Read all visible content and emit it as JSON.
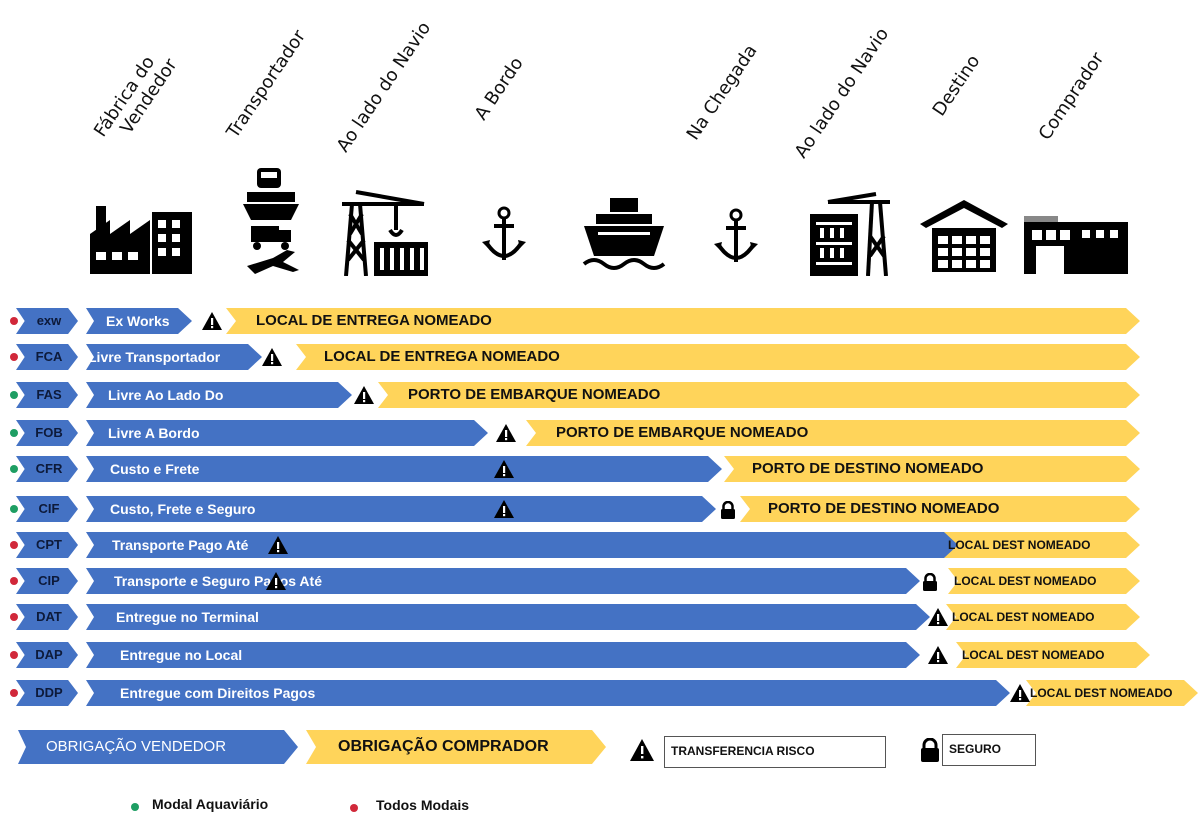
{
  "columns": [
    {
      "label": "Fábrica do\n   Vendedor",
      "icon": "factory-icon"
    },
    {
      "label": "Transportador",
      "icon": "multimodal-transport-icon"
    },
    {
      "label": "Ao lado do Navio",
      "icon": "port-crane-icon"
    },
    {
      "label": "A Bordo",
      "icon": "anchor-icon"
    },
    {
      "label": "",
      "icon": "ship-icon"
    },
    {
      "label": "Na Chegada",
      "icon": "anchor-icon"
    },
    {
      "label": "Ao lado do Navio",
      "icon": "port-crane-icon"
    },
    {
      "label": "Destino",
      "icon": "warehouse-icon"
    },
    {
      "label": "Comprador",
      "icon": "building-icon"
    }
  ],
  "terms": [
    {
      "code": "exw",
      "modal": "red",
      "name": "Ex Works",
      "obligation": "LOCAL DE ENTREGA NOMEADO"
    },
    {
      "code": "FCA",
      "modal": "red",
      "name": "Livre Transportador",
      "obligation": "LOCAL DE ENTREGA NOMEADO"
    },
    {
      "code": "FAS",
      "modal": "green",
      "name": "Livre Ao Lado Do",
      "obligation": "PORTO DE EMBARQUE NOMEADO"
    },
    {
      "code": "FOB",
      "modal": "green",
      "name": "Livre A Bordo",
      "obligation": "PORTO DE EMBARQUE NOMEADO"
    },
    {
      "code": "CFR",
      "modal": "green",
      "name": "Custo e Frete",
      "obligation": "PORTO DE DESTINO NOMEADO"
    },
    {
      "code": "CIF",
      "modal": "green",
      "name": "Custo, Frete e Seguro",
      "obligation": "PORTO DE DESTINO NOMEADO"
    },
    {
      "code": "CPT",
      "modal": "red",
      "name": "Transporte Pago Até",
      "obligation": "LOCAL DEST NOMEADO"
    },
    {
      "code": "CIP",
      "modal": "red",
      "name": "Transporte e Seguro Pagos Até",
      "obligation": "LOCAL DEST NOMEADO"
    },
    {
      "code": "DAT",
      "modal": "red",
      "name": "Entregue no Terminal",
      "obligation": "LOCAL DEST NOMEADO"
    },
    {
      "code": "DAP",
      "modal": "red",
      "name": "Entregue no Local",
      "obligation": "LOCAL DEST NOMEADO"
    },
    {
      "code": "DDP",
      "modal": "red",
      "name": "Entregue com Direitos Pagos",
      "obligation": "LOCAL DEST NOMEADO"
    }
  ],
  "legend": {
    "seller": "OBRIGAÇÃO VENDEDOR",
    "buyer": "OBRIGAÇÃO COMPRADOR",
    "risk": "TRANSFERENCIA RISCO",
    "insurance": "SEGURO",
    "water": "Modal Aquaviário",
    "all": "Todos Modais"
  },
  "colors": {
    "seller": "#4472c4",
    "buyer": "#ffd45a",
    "water_dot": "#1e9e63",
    "all_dot": "#d1283a"
  }
}
